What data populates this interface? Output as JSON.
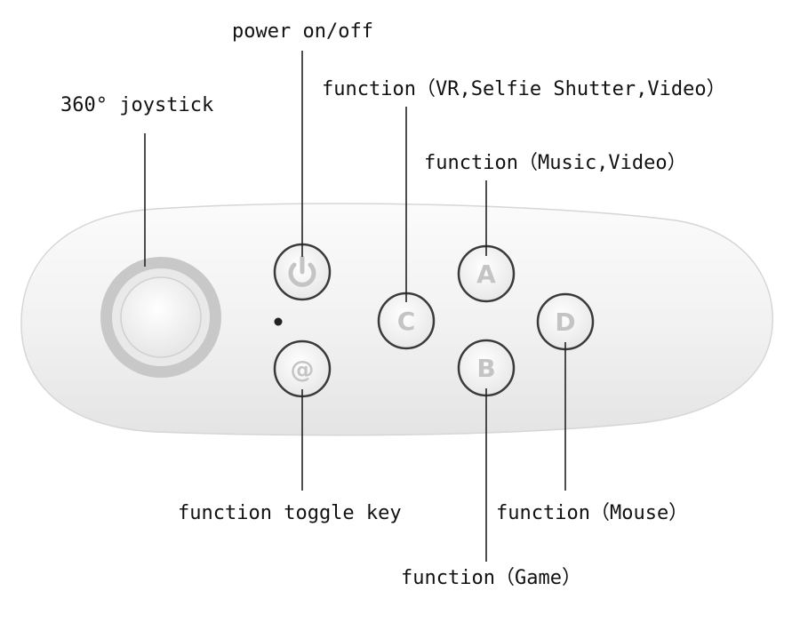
{
  "labels": {
    "power": "power on/off",
    "joystick": "360° joystick",
    "function_c": "function（VR,Selfie Shutter,Video）",
    "function_a": "function（Music,Video）",
    "toggle": "function toggle key",
    "function_d": "function（Mouse）",
    "function_b": "function（Game）"
  },
  "buttons": {
    "a": "A",
    "b": "B",
    "c": "C",
    "d": "D",
    "toggle": "@"
  },
  "colors": {
    "body": "#f3f3f3",
    "joystick_ring": "#c8c8c8",
    "button_outline": "#3a3a3a",
    "button_face": "#f5f5f5",
    "glyph": "#c4c4c4",
    "leader_line": "#222222"
  },
  "icons": [
    "power-icon"
  ]
}
